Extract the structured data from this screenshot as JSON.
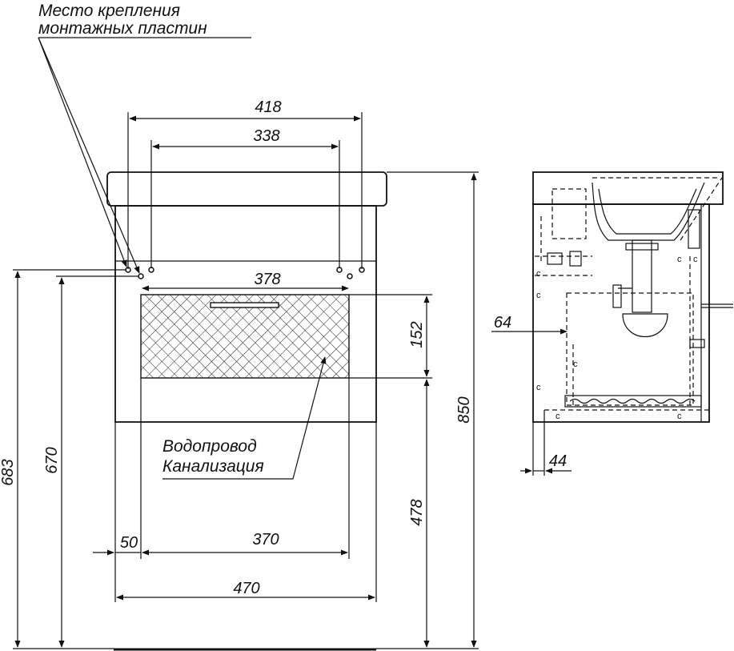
{
  "labels": {
    "mount_line1": "Место крепления",
    "mount_line2": "монтажных пластин",
    "pipes_line1": "Водопровод",
    "pipes_line2": "Канализация"
  },
  "dimensions": {
    "top_outer": "418",
    "top_inner": "338",
    "plate_span": "378",
    "drawer_height": "152",
    "total_height": "850",
    "height_683": "683",
    "height_670": "670",
    "height_478": "478",
    "offset_50": "50",
    "width_370": "370",
    "width_470": "470",
    "side_64": "64",
    "side_44": "44"
  },
  "glyphs": {
    "clip": "c"
  }
}
